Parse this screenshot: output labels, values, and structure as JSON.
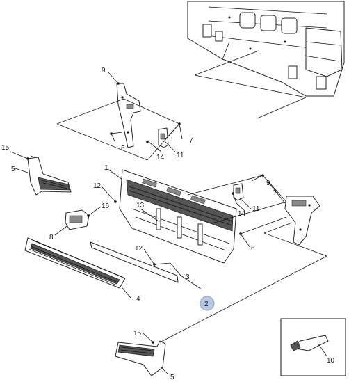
{
  "callouts": {
    "c1": "1",
    "c2": "2",
    "c3": "3",
    "c4": "4",
    "c5a": "5",
    "c5b": "5",
    "c6a": "6",
    "c6b": "6",
    "c7a": "7",
    "c7b": "7",
    "c8": "8",
    "c9a": "9",
    "c9b": "9",
    "c10": "10",
    "c11a": "11",
    "c11b": "11",
    "c12a": "12",
    "c12b": "12",
    "c13": "13",
    "c14a": "14",
    "c14b": "14",
    "c15a": "15",
    "c15b": "15",
    "c16": "16"
  },
  "colors": {
    "line": "#111111",
    "highlight_badge": "#b7c9e2"
  }
}
